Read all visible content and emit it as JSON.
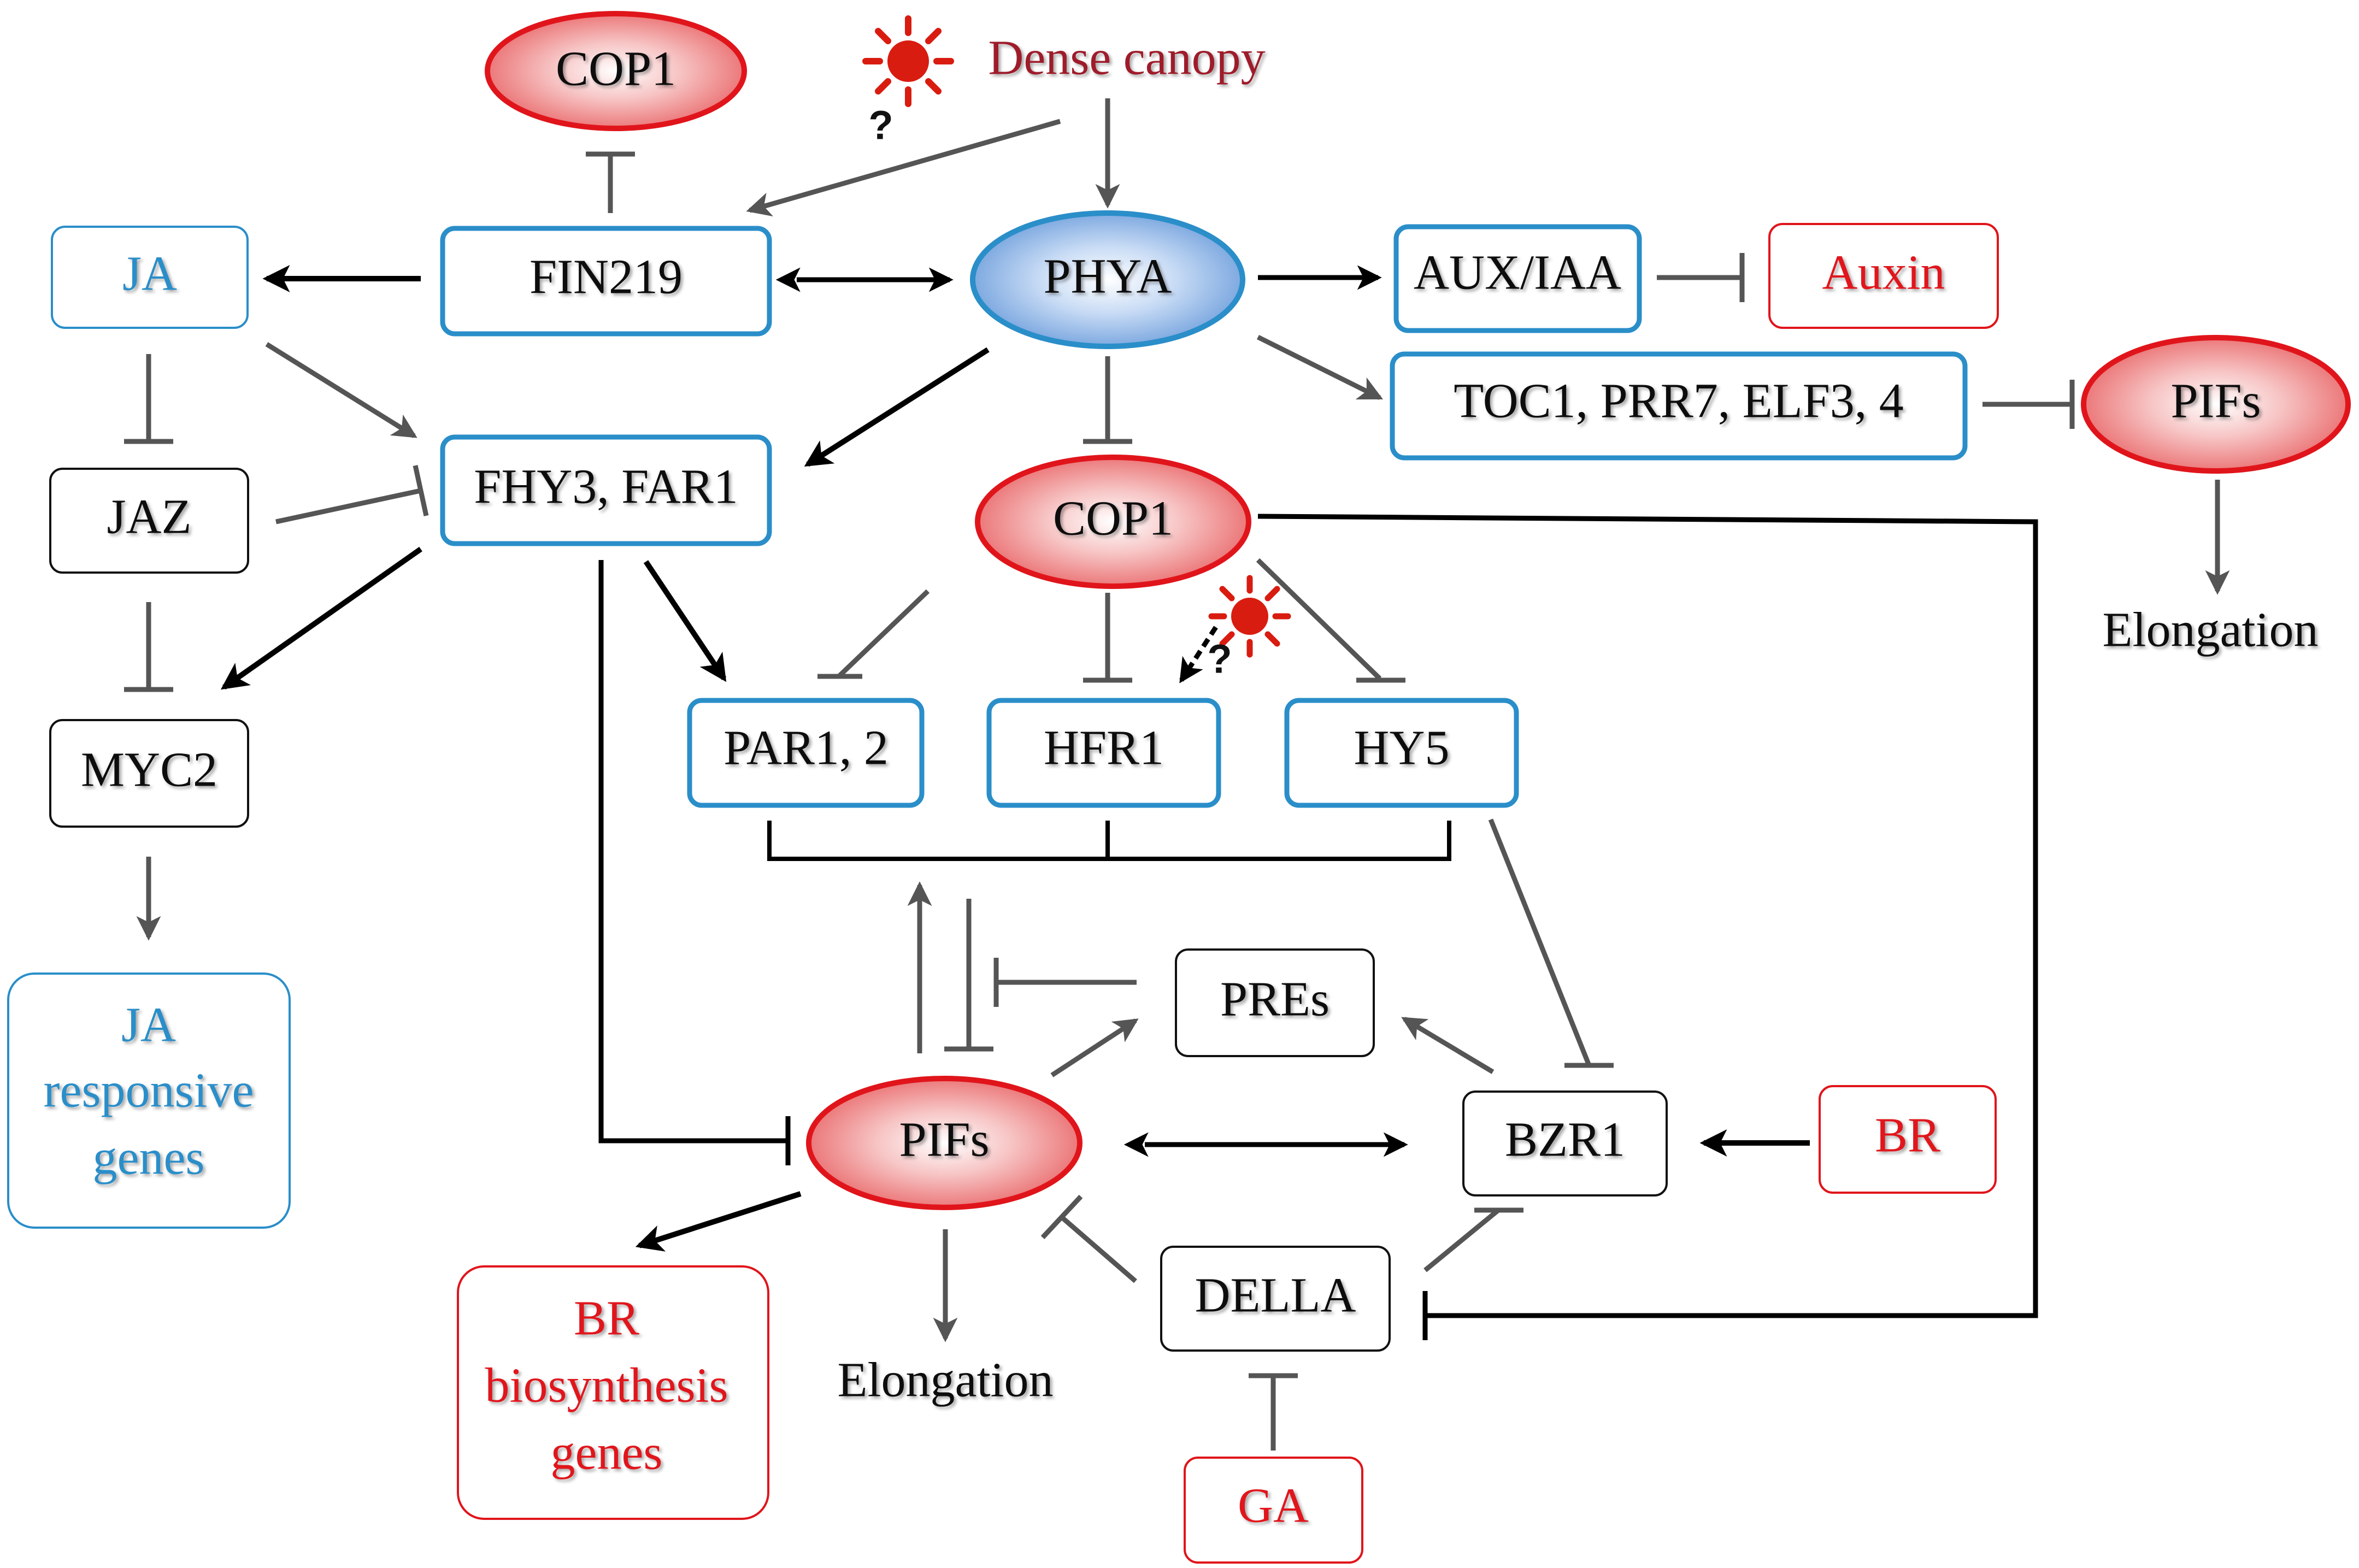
{
  "nodes": {
    "cop1_top": "COP1",
    "dense_canopy": "Dense canopy",
    "question_1": "?",
    "ja": "JA",
    "fin219": "FIN219",
    "phya": "PHYA",
    "aux_iaa": "AUX/IAA",
    "auxin": "Auxin",
    "toc1": "TOC1, PRR7, ELF3, 4",
    "pifs_right": "PIFs",
    "elongation_right": "Elongation",
    "jaz": "JAZ",
    "fhy3_far1": "FHY3, FAR1",
    "cop1_mid": "COP1",
    "question_2": "?",
    "myc2": "MYC2",
    "par12": "PAR1, 2",
    "hfr1": "HFR1",
    "hy5": "HY5",
    "ja_responsive": [
      "JA",
      "responsive",
      "genes"
    ],
    "pres": "PREs",
    "pifs_center": "PIFs",
    "bzr1": "BZR1",
    "br": "BR",
    "della": "DELLA",
    "br_biosynthesis": [
      "BR",
      "biosynthesis",
      "genes"
    ],
    "elongation_center": "Elongation",
    "ga": "GA"
  },
  "colors": {
    "blue_border": "#2a8ec9",
    "red_border": "#e0151b",
    "red_fill": "#f08a8c",
    "blue_fill": "#6f9fdc",
    "arrow_gray": "#555555",
    "arrow_black": "#000000",
    "sun": "#d91c10"
  }
}
